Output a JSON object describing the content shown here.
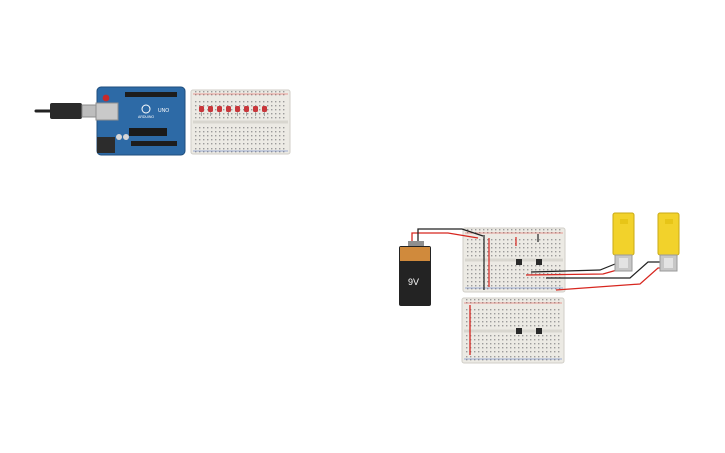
{
  "canvas": {
    "background": "#ffffff"
  },
  "components": {
    "arduino": {
      "board_label": "UNO",
      "brand_label": "ARDUINO",
      "board_color": "#2d6aa6"
    },
    "led_row": {
      "led_color": "#c8373b",
      "count": 8
    },
    "battery": {
      "label": "9V",
      "body_color": "#232323",
      "top_color": "#d08a3c"
    },
    "motors": {
      "motor_color": "#f2d22b",
      "count": 2
    },
    "wires": {
      "red": "#d7261f",
      "black": "#222222"
    },
    "breadboard": {
      "color": "#eceae4",
      "hole_color": "#9b9b9b",
      "rail_red": "#e24a43",
      "rail_blue": "#4f6fbf"
    }
  }
}
